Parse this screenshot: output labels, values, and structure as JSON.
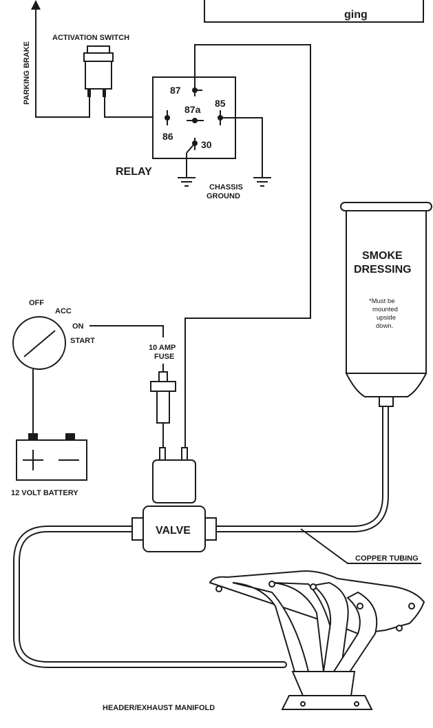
{
  "labels": {
    "top_banner": "ging",
    "parking_brake": "PARKING BRAKE",
    "activation_switch": "ACTIVATION SWITCH",
    "relay": "RELAY",
    "pin_87": "87",
    "pin_87a": "87a",
    "pin_85": "85",
    "pin_86": "86",
    "pin_30": "30",
    "chassis_ground_line1": "CHASSIS",
    "chassis_ground_line2": "GROUND",
    "smoke_dressing_line1": "SMOKE",
    "smoke_dressing_line2": "DRESSING",
    "mount_note_line1": "*Must be",
    "mount_note_line2": "mounted",
    "mount_note_line3": "upside",
    "mount_note_line4": "down.",
    "ign_off": "OFF",
    "ign_acc": "ACC",
    "ign_on": "ON",
    "ign_start": "START",
    "fuse_line1": "10 AMP",
    "fuse_line2": "FUSE",
    "battery": "12 VOLT BATTERY",
    "valve": "VALVE",
    "copper_tubing": "COPPER TUBING",
    "header": "HEADER/EXHAUST MANIFOLD"
  }
}
